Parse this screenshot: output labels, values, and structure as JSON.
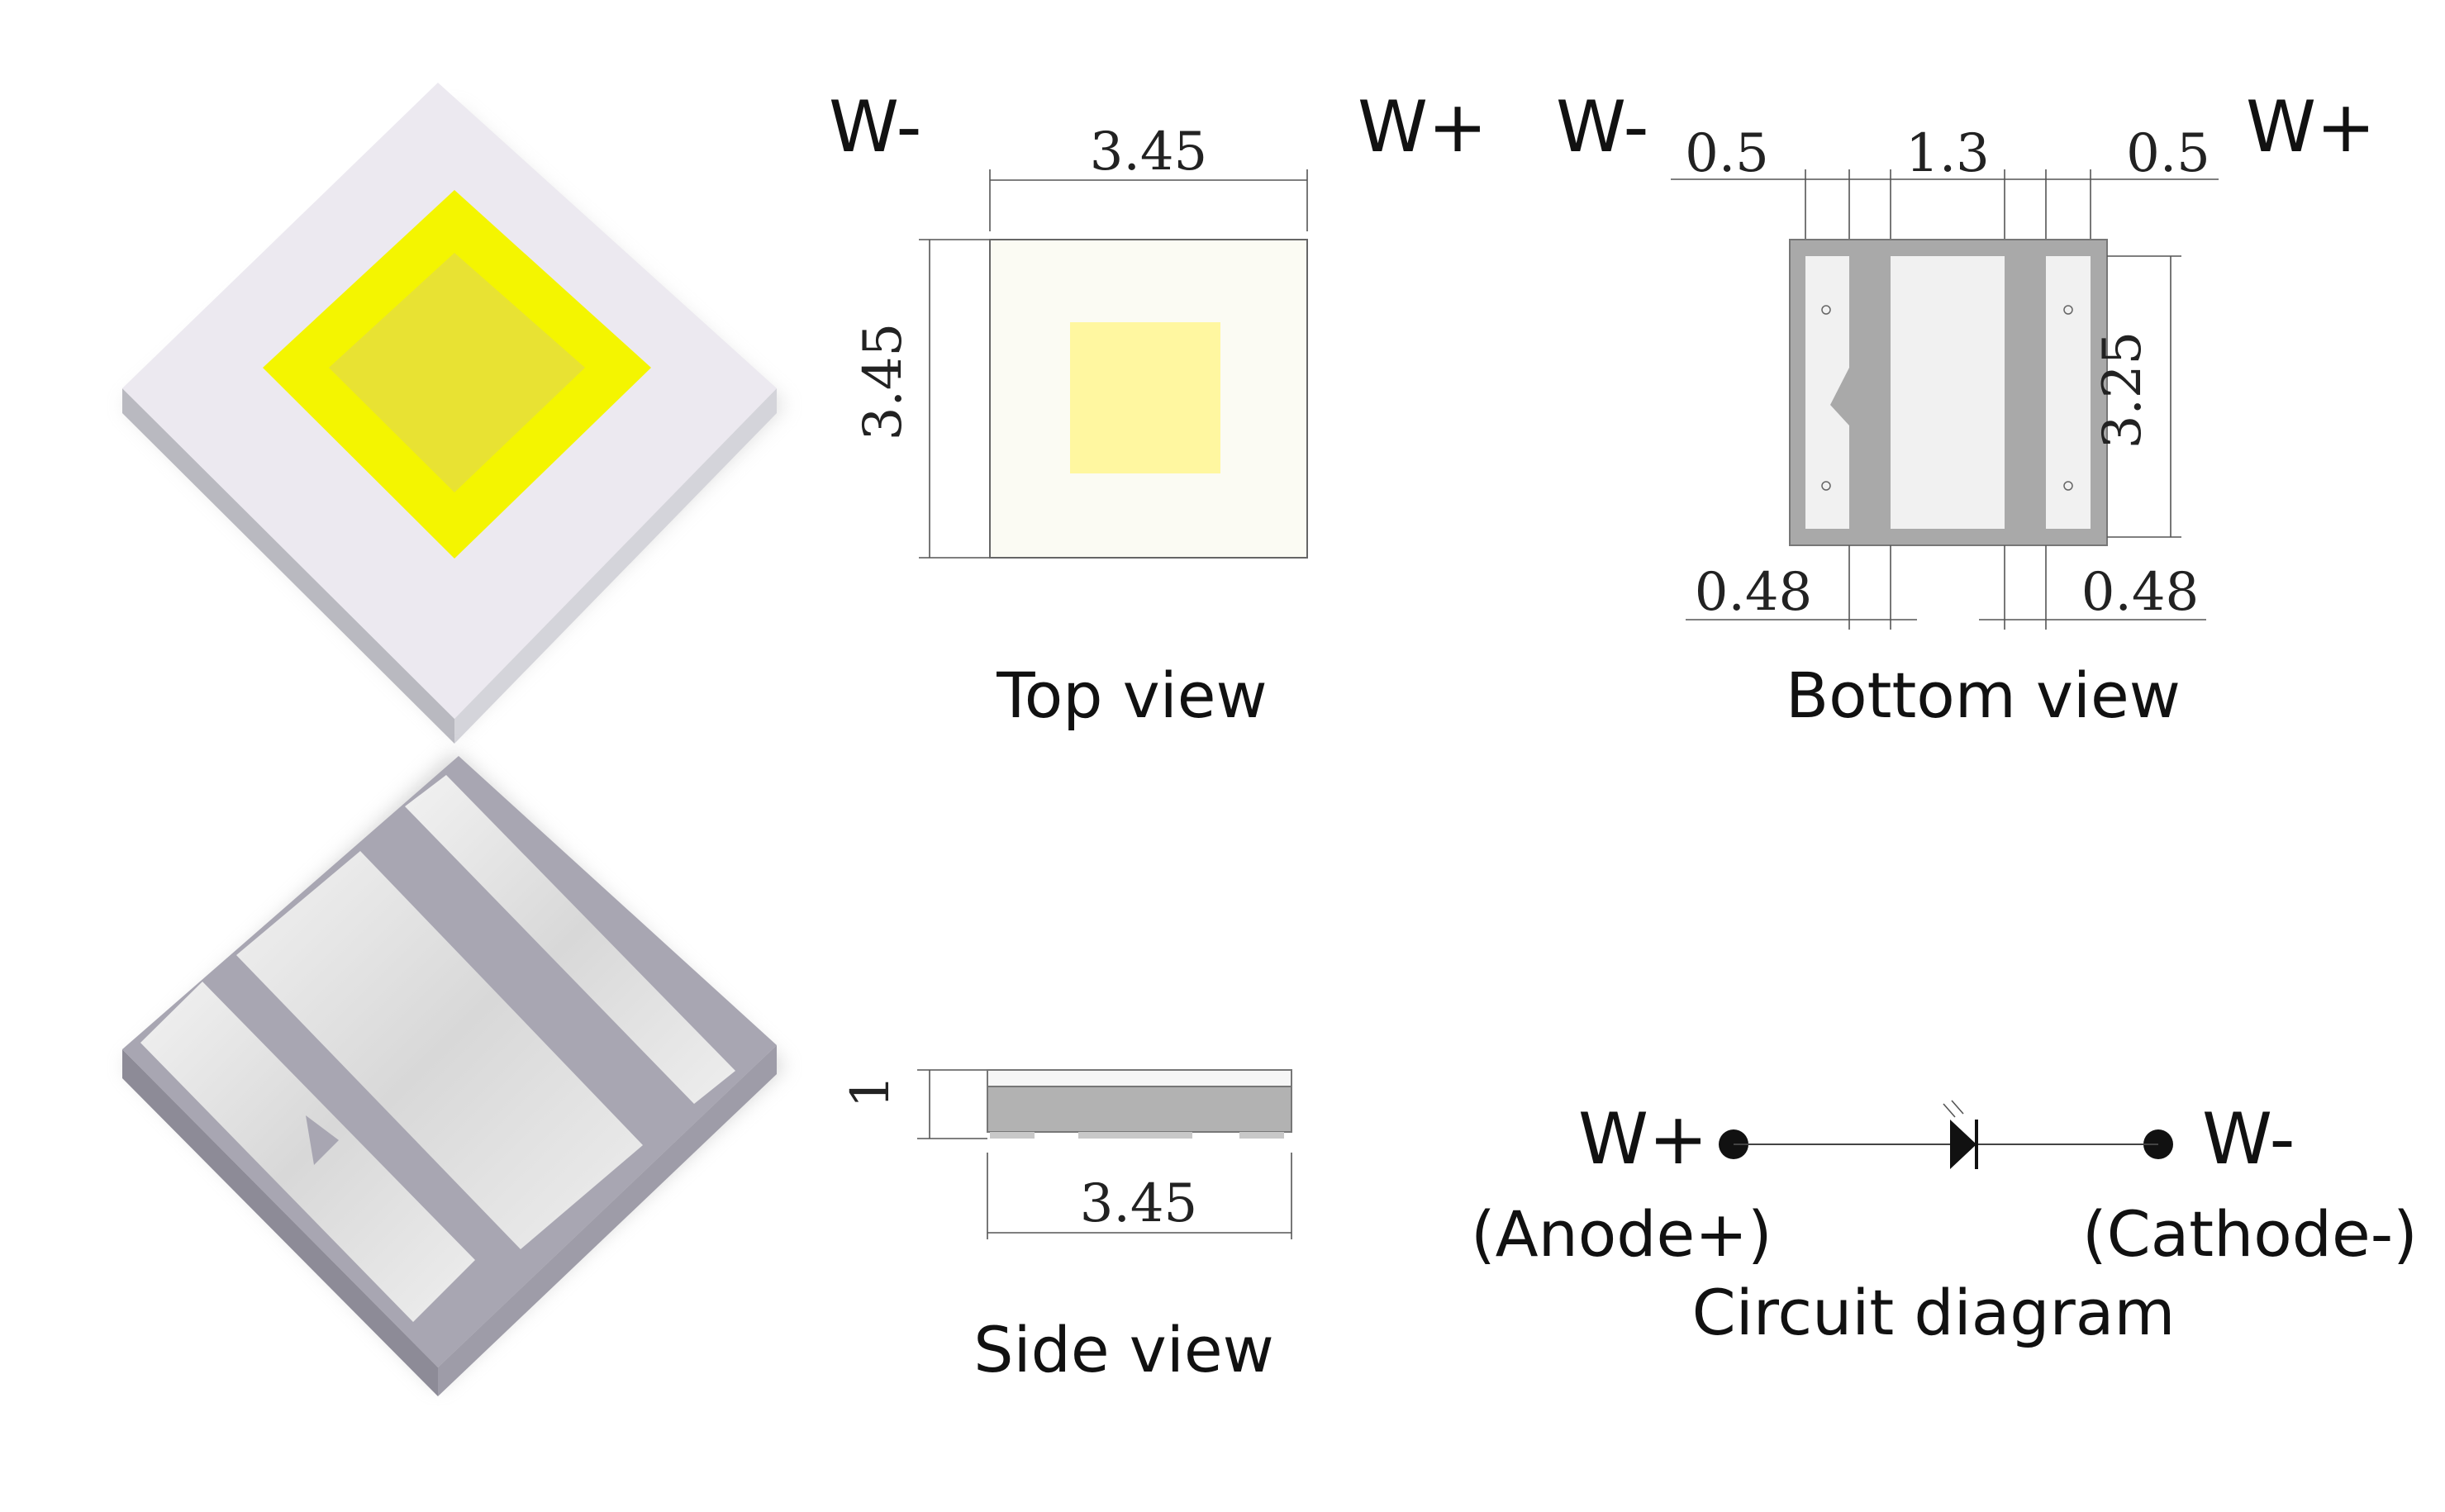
{
  "top_view": {
    "caption": "Top view",
    "left_terminal": "W-",
    "right_terminal": "W+",
    "width_dim": "3.45",
    "height_dim": "3.45"
  },
  "bottom_view": {
    "caption": "Bottom view",
    "left_terminal": "W-",
    "right_terminal": "W+",
    "dim_left_pad": "0.5",
    "dim_center_pad": "1.3",
    "dim_right_pad": "0.5",
    "dim_height": "3.25",
    "dim_left_gap": "0.48",
    "dim_right_gap": "0.48"
  },
  "side_view": {
    "caption": "Side view",
    "height_dim": "1",
    "width_dim": "3.45"
  },
  "circuit": {
    "caption": "Circuit diagram",
    "anode_terminal": "W+",
    "anode_label": "(Anode+)",
    "cathode_terminal": "W-",
    "cathode_label": "(Cathode-)"
  },
  "colors": {
    "emitter_yellow": "#f4f500",
    "lens_yellow": "#fff7a0",
    "body_white": "#fbfbf3",
    "pad_gray": "#a9a9a9",
    "ceramic_gray": "#a8a6b2"
  }
}
